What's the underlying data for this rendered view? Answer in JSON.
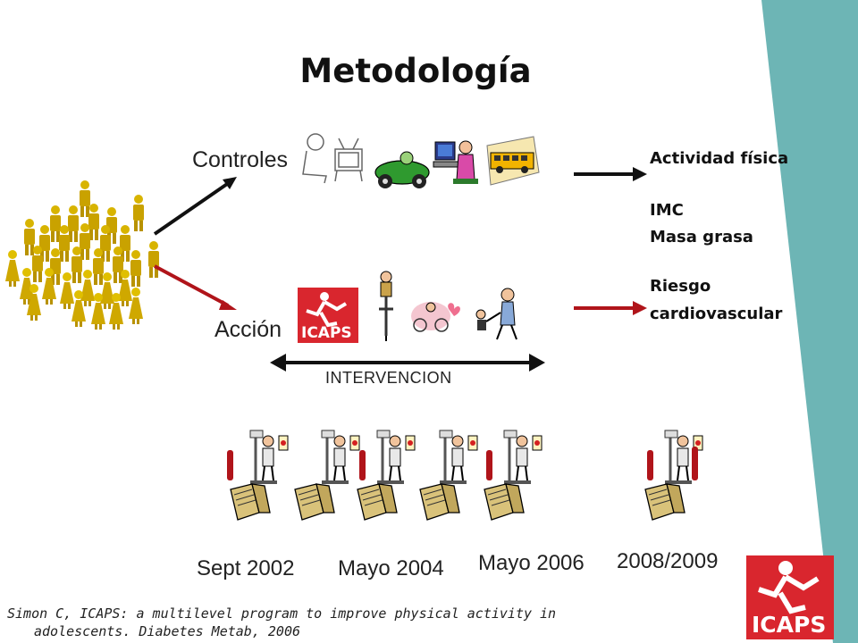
{
  "slide": {
    "title": "Metodología",
    "groups": {
      "controls": "Controles",
      "action": "Acción"
    },
    "intervention_label": "INTERVENCION",
    "outcomes": {
      "activity": "Actividad física",
      "bmi": "IMC",
      "fat": "Masa grasa",
      "risk_1": "Riesgo",
      "risk_2": "cardiovascular"
    },
    "dates": [
      "Sept 2002",
      "Mayo 2004",
      "Mayo 2006",
      "2008/2009"
    ],
    "citation": {
      "line1": "Simon C, ICAPS: a multilevel program to improve physical activity in",
      "line2": "adolescents. Diabetes Metab, 2006"
    },
    "logo_text": "ICAPS",
    "colors": {
      "accent_red": "#c0151b",
      "teal_band": "#6db5b5",
      "figure_gold": "#d4b000"
    }
  }
}
